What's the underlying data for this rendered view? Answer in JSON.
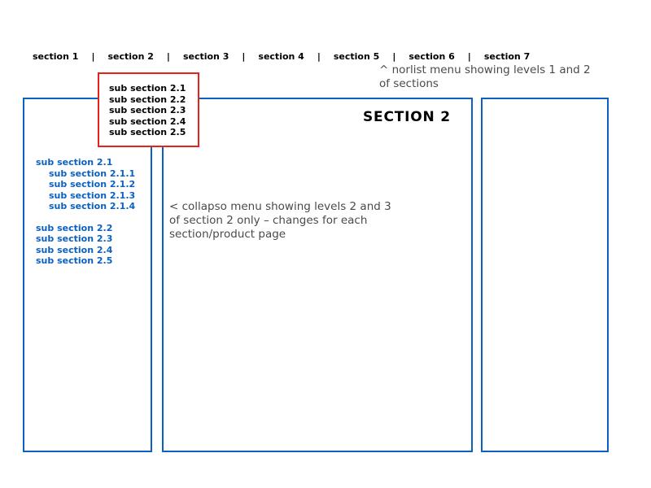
{
  "colors": {
    "box_border_blue": "#0a61c2",
    "link_blue": "#0a61c2",
    "dropdown_border_red": "#e8211d",
    "annotation_gray": "#4a4a4a",
    "menu_text_black": "#000000"
  },
  "top_menu": {
    "separator": "|",
    "items": [
      "section 1",
      "section 2",
      "section 3",
      "section 4",
      "section 5",
      "section 6",
      "section 7"
    ]
  },
  "top_annotation": {
    "line1": "^ norlist menu showing levels 1 and 2",
    "line2": "of sections"
  },
  "dropdown": {
    "items": [
      "sub section 2.1",
      "sub section 2.2",
      "sub section 2.3",
      "sub section 2.4",
      "sub section 2.5"
    ]
  },
  "sidebar": {
    "items": [
      {
        "label": "sub section 2.1"
      },
      {
        "label": "sub section 2.1.1"
      },
      {
        "label": "sub section 2.1.2"
      },
      {
        "label": "sub section 2.1.3"
      },
      {
        "label": "sub section 2.1.4"
      },
      {
        "label": "sub section 2.2"
      },
      {
        "label": "sub section 2.3"
      },
      {
        "label": "sub section 2.4"
      },
      {
        "label": "sub section 2.5"
      }
    ]
  },
  "main": {
    "title": "SECTION 2",
    "annotation": {
      "line1": "< collapso menu showing levels 2 and 3",
      "line2": "of section 2 only – changes for each",
      "line3": "section/product page"
    }
  }
}
